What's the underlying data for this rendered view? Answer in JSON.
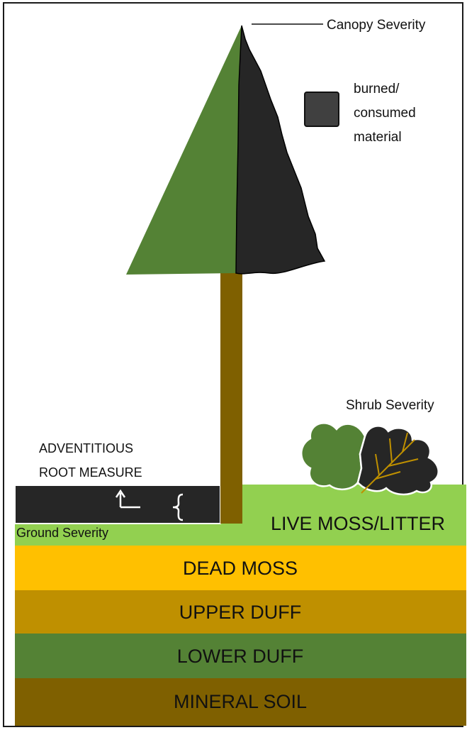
{
  "labels": {
    "canopy_severity": "Canopy Severity",
    "legend_line1": "burned/",
    "legend_line2": "consumed",
    "legend_line3": "material",
    "shrub_severity": "Shrub Severity",
    "adventitious_line1": "ADVENTITIOUS",
    "adventitious_line2": "ROOT MEASURE",
    "ground_severity": "Ground Severity"
  },
  "layers": {
    "live_moss_litter": "LIVE MOSS/LITTER",
    "dead_moss": "DEAD MOSS",
    "upper_duff": "UPPER DUFF",
    "lower_duff": "LOWER DUFF",
    "mineral_soil": "MINERAL SOIL"
  },
  "colors": {
    "burned": "#262626",
    "tree_green": "#548235",
    "trunk": "#7f6000",
    "live_moss": "#92d050",
    "dead_moss": "#ffc000",
    "upper_duff": "#bf9000",
    "lower_duff": "#548235",
    "mineral_soil": "#7f6000",
    "shrub_vein": "#bf9000",
    "legend_swatch": "#404040"
  }
}
